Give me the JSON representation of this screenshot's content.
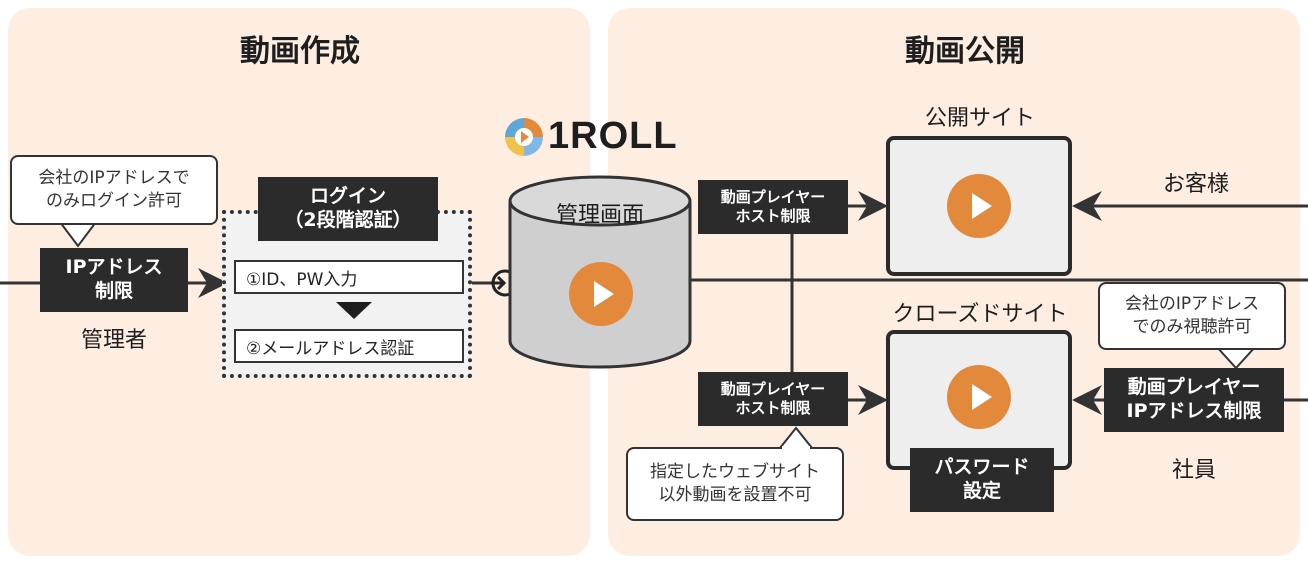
{
  "left_panel": {
    "title": "動画作成"
  },
  "right_panel": {
    "title": "動画公開"
  },
  "logo": {
    "text": "1ROLL"
  },
  "admin": {
    "callout": [
      "会社のIPアドレスで",
      "のみログイン許可"
    ],
    "ip_box": [
      "IPアドレス",
      "制限"
    ],
    "label": "管理者"
  },
  "login": {
    "header": [
      "ログイン",
      "（2段階認証）"
    ],
    "step1": "①ID、PW入力",
    "step2": "②メールアドレス認証"
  },
  "db": {
    "label": "管理画面"
  },
  "host_limit_top": [
    "動画プレイヤー",
    "ホスト制限"
  ],
  "host_limit_bottom": [
    "動画プレイヤー",
    "ホスト制限"
  ],
  "host_callout": [
    "指定したウェブサイト",
    "以外動画を設置不可"
  ],
  "public_site": {
    "label": "公開サイト"
  },
  "closed_site": {
    "label": "クローズドサイト",
    "password": [
      "パスワード",
      "設定"
    ]
  },
  "customer": {
    "label": "お客様"
  },
  "employee": {
    "callout": [
      "会社のIPアドレス",
      "でのみ視聴許可"
    ],
    "ip_box": [
      "動画プレイヤー",
      "IPアドレス制限"
    ],
    "label": "社員"
  },
  "colors": {
    "panel": "#fdeee1",
    "dark": "#2b2b2b",
    "play": "#e3893c",
    "screen": "#eeeeee"
  }
}
